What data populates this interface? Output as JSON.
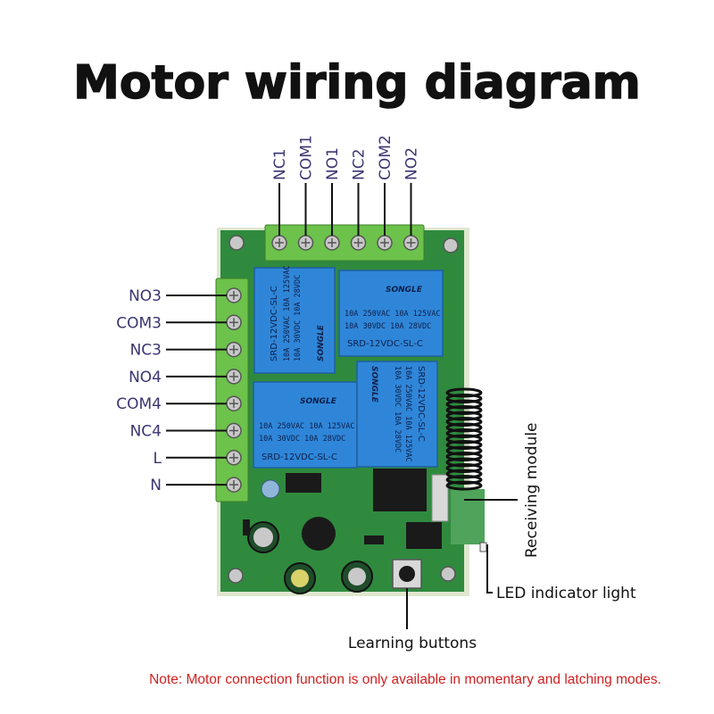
{
  "title": "Motor wiring diagram",
  "top_terminals": [
    "NC1",
    "COM1",
    "NO1",
    "NC2",
    "COM2",
    "NO2"
  ],
  "left_terminals": [
    "NO3",
    "COM3",
    "NC3",
    "NO4",
    "COM4",
    "NC4",
    "L",
    "N"
  ],
  "callouts": {
    "receiving_module": "Receiving module",
    "led_indicator": "LED indicator light",
    "learning_buttons": "Learning buttons"
  },
  "relay": {
    "brand": "SONGLE",
    "model": "SRD-12VDC-SL-C",
    "rating_ac": "10A 250VAC 10A 125VAC",
    "rating_dc": "10A 30VDC 10A 28VDC"
  },
  "note": "Note: Motor connection function is only available in momentary and latching modes.",
  "colors": {
    "pcb": "#2f8a3e",
    "terminal": "#6cc24a",
    "relay": "#2f86d8",
    "label": "#3b3572",
    "note": "#d21f1f"
  }
}
